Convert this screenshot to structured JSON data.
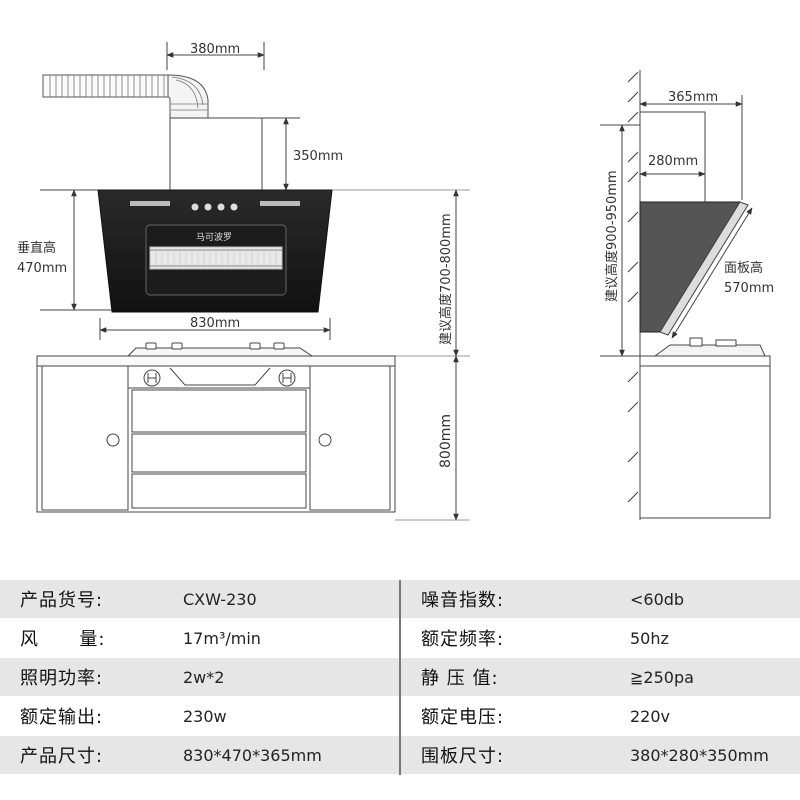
{
  "diagram": {
    "front_labels": {
      "duct_width": "380mm",
      "collar_height": "350mm",
      "vertical_height_line1": "垂直高",
      "vertical_height_line2": "470mm",
      "body_width": "830mm",
      "suggested_height": "建议高度700-800mm",
      "cabinet_height": "800mm",
      "brand": "马可波罗"
    },
    "side_labels": {
      "depth": "365mm",
      "collar_depth": "280mm",
      "suggested_height": "建议高度900-950mm",
      "panel_height_line1": "面板高",
      "panel_height_line2": "570mm"
    }
  },
  "specs": {
    "rows": [
      {
        "label1": "产品货号:",
        "value1": "CXW-230",
        "label2": "噪音指数:",
        "value2": "<60db"
      },
      {
        "label1": "风      量:",
        "value1": "17m³/min",
        "label2": "额定频率:",
        "value2": "50hz"
      },
      {
        "label1": "照明功率:",
        "value1": "2w*2",
        "label2": "静 压 值:",
        "value2": "≧250pa"
      },
      {
        "label1": "额定输出:",
        "value1": "230w",
        "label2": "额定电压:",
        "value2": "220v"
      },
      {
        "label1": "产品尺寸:",
        "value1": "830*470*365mm",
        "label2": "围板尺寸:",
        "value2": "380*280*350mm"
      }
    ]
  }
}
